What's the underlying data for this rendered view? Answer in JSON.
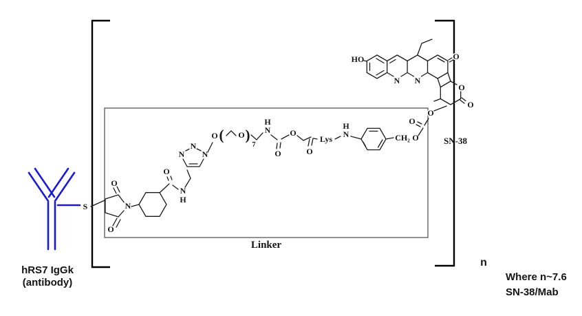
{
  "labels": {
    "antibody_line1": "hRS7 IgGk",
    "antibody_line2": "(antibody)",
    "linker": "Linker",
    "sn38": "SN-38",
    "n": "n",
    "note_line1": "Where n~7.6",
    "note_line2": "SN-38/Mab"
  },
  "atoms": {
    "sulfur": "S",
    "maleimide_o_top": "O",
    "maleimide_o_bottom": "O",
    "maleimide_n": "N",
    "amide1_o": "O",
    "amide1_n": "N",
    "amide1_h": "H",
    "triazole_n1": "N",
    "triazole_n2": "N",
    "triazole_n3": "N",
    "peg_o_pre": "O",
    "peg_open_paren": "(",
    "peg_o_inner": "O",
    "peg_close_paren": ")",
    "peg_repeat_count": "7",
    "amide2_h": "H",
    "amide2_n": "N",
    "amide2_o": "O",
    "ether_o": "O",
    "ester_o": "O",
    "lysine": "Lys",
    "anilide_h": "H",
    "anilide_n": "N",
    "benzyl_ch2": "CH₂",
    "benzyl_o": "O",
    "carbonate_double_o": "O",
    "carbonate_o": "O",
    "sn38_ho": "HO",
    "sn38_n1": "N",
    "sn38_n2": "N",
    "sn38_pyridone_o": "O",
    "sn38_lactone_ring_o": "O",
    "sn38_lactone_double_o": "O"
  },
  "colors": {
    "antibody": "#1a1ad6",
    "structure": "#1a1a1a"
  }
}
